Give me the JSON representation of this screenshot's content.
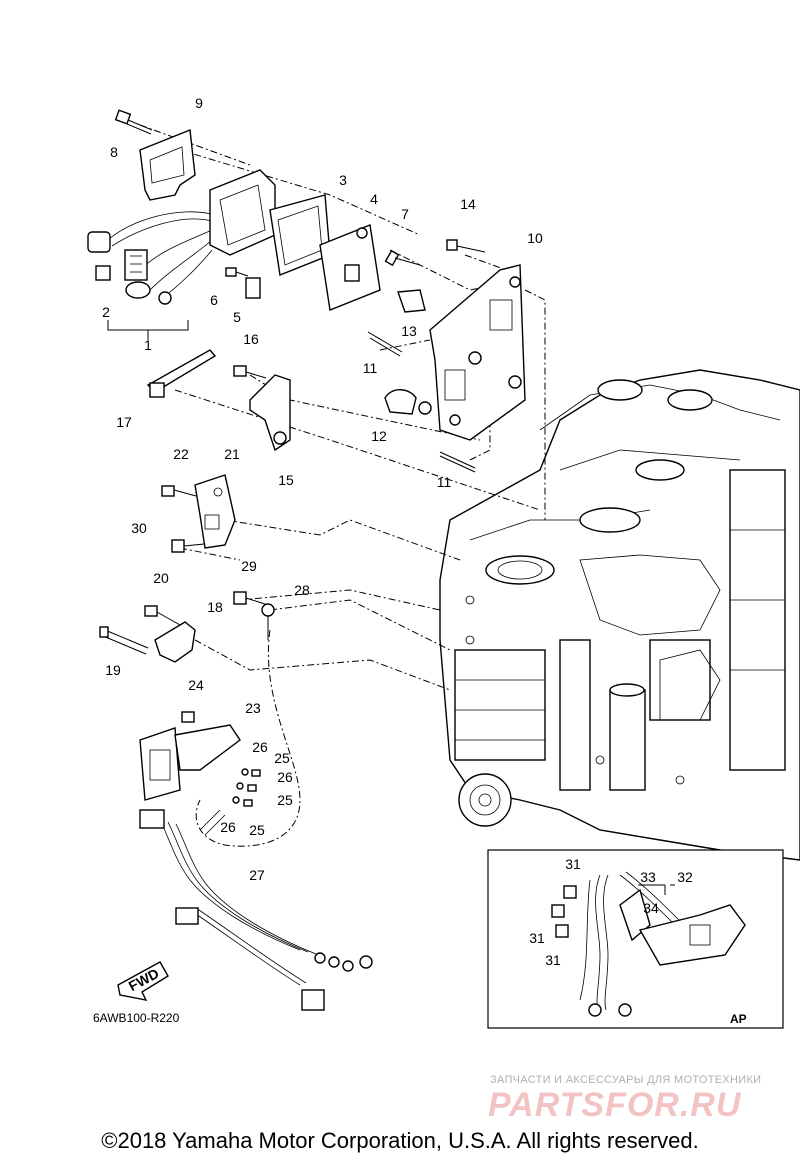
{
  "diagram": {
    "callouts": [
      "1",
      "2",
      "3",
      "4",
      "5",
      "6",
      "7",
      "8",
      "9",
      "10",
      "11",
      "11",
      "12",
      "13",
      "14",
      "15",
      "16",
      "17",
      "18",
      "19",
      "20",
      "21",
      "22",
      "23",
      "24",
      "25",
      "25",
      "25",
      "26",
      "26",
      "26",
      "27",
      "28",
      "29",
      "30",
      "31",
      "31",
      "31",
      "32",
      "33",
      "34"
    ],
    "fwd_label": "FWD",
    "ref_code": "6AWB100-R220",
    "inset_label": "AP"
  },
  "watermark": {
    "caption": "ЗАПЧАСТИ И АКСЕССУАРЫ ДЛЯ МОТОТЕХНИКИ",
    "brand": "PARTSFOR.RU"
  },
  "footer": {
    "copyright": "©2018 Yamaha Motor Corporation, U.S.A. All rights reserved."
  }
}
